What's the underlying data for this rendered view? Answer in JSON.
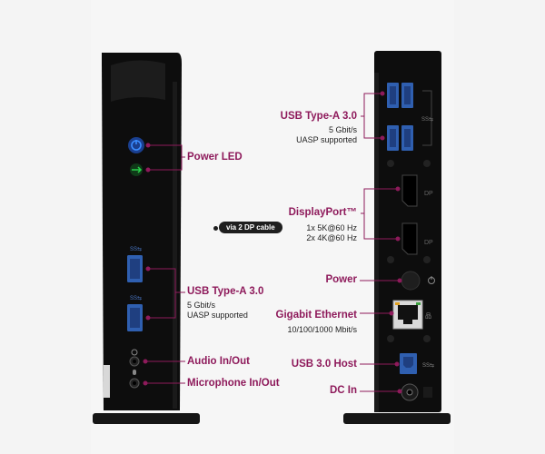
{
  "left_labels": {
    "power_led": "Power LED",
    "usb_a_title": "USB Type-A 3.0",
    "usb_a_speed": "5 Gbit/s",
    "usb_a_uasp": "UASP supported",
    "audio": "Audio In/Out",
    "microphone": "Microphone In/Out"
  },
  "right_labels": {
    "usb_a_title": "USB Type-A 3.0",
    "usb_a_speed": "5 Gbit/s",
    "usb_a_uasp": "UASP supported",
    "displayport_title": "DisplayPort™",
    "dp_cable_note": "via 2 DP cable",
    "dp_line1": "1x 5K@60 Hz",
    "dp_line2": "2x 4K@60 Hz",
    "power": "Power",
    "ethernet_title": "Gigabit Ethernet",
    "ethernet_speed": "10/100/1000 Mbit/s",
    "usb_host": "USB 3.0 Host",
    "dc_in": "DC In"
  },
  "device_marks": {
    "dp_port_text": "DP"
  },
  "colors": {
    "accent": "#8e1a5b",
    "device_body": "#0c0c0c",
    "usb_blue": "#2f5fb0",
    "power_blue": "#2a7bff",
    "led_green": "#29d04a"
  }
}
